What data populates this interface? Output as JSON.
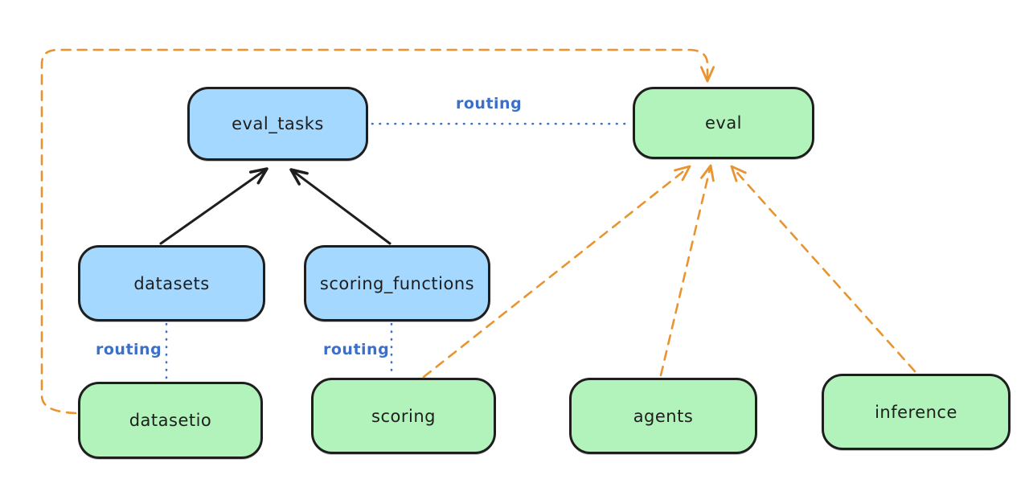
{
  "diagram": {
    "background": "#ffffff",
    "colors": {
      "node_stroke": "#1e1e1e",
      "api_fill_blue": "#a5d8ff",
      "provider_fill_green": "#b2f2bb",
      "routing_blue": "#3b6fc9",
      "provider_arrow_orange": "#e89430",
      "dependency_arrow_black": "#1e1e1e"
    },
    "nodes": [
      {
        "id": "eval_tasks",
        "label": "eval_tasks",
        "fill": "#a5d8ff"
      },
      {
        "id": "eval",
        "label": "eval",
        "fill": "#b2f2bb"
      },
      {
        "id": "datasets",
        "label": "datasets",
        "fill": "#a5d8ff"
      },
      {
        "id": "scoring_functions",
        "label": "scoring_functions",
        "fill": "#a5d8ff"
      },
      {
        "id": "datasetio",
        "label": "datasetio",
        "fill": "#b2f2bb"
      },
      {
        "id": "scoring",
        "label": "scoring",
        "fill": "#b2f2bb"
      },
      {
        "id": "agents",
        "label": "agents",
        "fill": "#b2f2bb"
      },
      {
        "id": "inference",
        "label": "inference",
        "fill": "#b2f2bb"
      }
    ],
    "edges": [
      {
        "from": "datasets",
        "to": "eval_tasks",
        "style": "solid",
        "color": "#1e1e1e",
        "arrow": true,
        "label": ""
      },
      {
        "from": "scoring_functions",
        "to": "eval_tasks",
        "style": "solid",
        "color": "#1e1e1e",
        "arrow": true,
        "label": ""
      },
      {
        "from": "eval_tasks",
        "to": "eval",
        "style": "dotted",
        "color": "#3b6fc9",
        "arrow": false,
        "label": "routing"
      },
      {
        "from": "datasets",
        "to": "datasetio",
        "style": "dotted",
        "color": "#3b6fc9",
        "arrow": false,
        "label": "routing"
      },
      {
        "from": "scoring_functions",
        "to": "scoring",
        "style": "dotted",
        "color": "#3b6fc9",
        "arrow": false,
        "label": "routing"
      },
      {
        "from": "scoring",
        "to": "eval",
        "style": "dashed",
        "color": "#e89430",
        "arrow": true,
        "label": ""
      },
      {
        "from": "agents",
        "to": "eval",
        "style": "dashed",
        "color": "#e89430",
        "arrow": true,
        "label": ""
      },
      {
        "from": "inference",
        "to": "eval",
        "style": "dashed",
        "color": "#e89430",
        "arrow": true,
        "label": ""
      },
      {
        "from": "datasetio",
        "to": "eval",
        "style": "dashed",
        "color": "#e89430",
        "arrow": true,
        "route": "left-and-top",
        "label": ""
      }
    ]
  }
}
